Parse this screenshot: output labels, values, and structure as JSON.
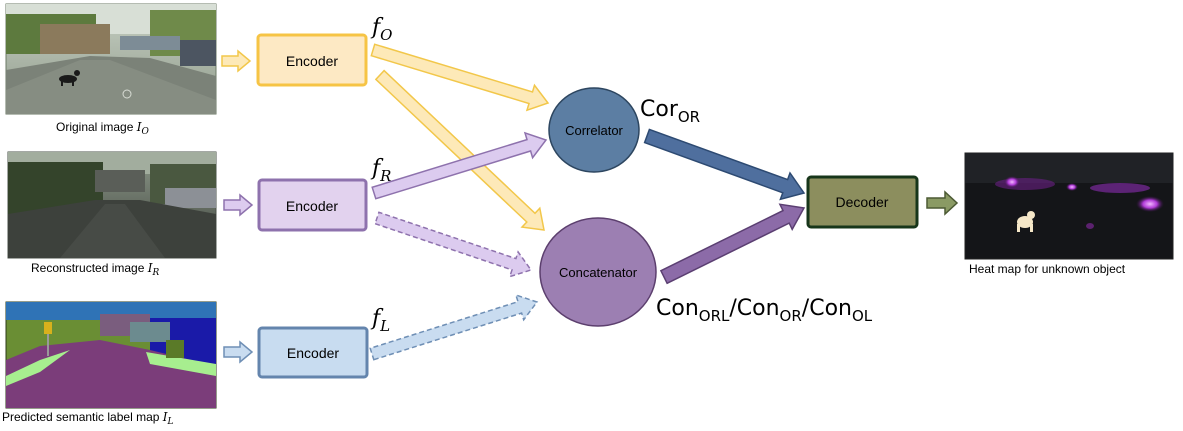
{
  "images": {
    "original": {
      "caption": "Original image ",
      "sym": "I",
      "sub": "O"
    },
    "reconstructed": {
      "caption": "Reconstructed image ",
      "sym": "I",
      "sub": "R"
    },
    "semantic": {
      "caption": "Predicted semantic label map ",
      "sym": "I",
      "sub": "L"
    },
    "heatmap": {
      "caption": "Heat map for unknown object"
    }
  },
  "encoders": {
    "original": {
      "label": "Encoder",
      "fill": "#fde9c4",
      "stroke": "#f6c445"
    },
    "reconstructed": {
      "label": "Encoder",
      "fill": "#e2d2ee",
      "stroke": "#8e72ad"
    },
    "semantic": {
      "label": "Encoder",
      "fill": "#c8dcf0",
      "stroke": "#6485ad"
    }
  },
  "features": {
    "fo": {
      "sym": "f",
      "sub": "O"
    },
    "fr": {
      "sym": "f",
      "sub": "R"
    },
    "fl": {
      "sym": "f",
      "sub": "L"
    }
  },
  "nodes": {
    "correlator": {
      "label": "Correlator",
      "fill": "#5c7ea3",
      "stroke": "#2d4660"
    },
    "concatenator": {
      "label": "Concatenator",
      "fill": "#9c7fb2",
      "stroke": "#5c3f6e"
    },
    "decoder": {
      "label": "Decoder",
      "fill": "#8c8e5e",
      "stroke": "#17361a"
    }
  },
  "outputs": {
    "cor": {
      "base": "Cor",
      "sub": "OR"
    },
    "con": {
      "p1": "Con",
      "s1": "ORL",
      "sep1": "/",
      "p2": "Con",
      "s2": "OR",
      "sep2": "/",
      "p3": "Con",
      "s3": "OL"
    }
  },
  "colors": {
    "yellow_arrow_fill": "#fde9b8",
    "yellow_arrow_stroke": "#f2c74a",
    "purple_arrow_fill": "#dccbef",
    "purple_arrow_stroke": "#8e72ad",
    "blue_arrow_fill": "#c9dcf0",
    "blue_arrow_stroke": "#6f8fb5",
    "cor_arrow_fill": "#4f6f9e",
    "cor_arrow_stroke": "#2d4a72",
    "con_arrow_fill": "#8c6ba8",
    "con_arrow_stroke": "#5b3f72",
    "out_arrow_fill": "#8a9a64",
    "out_arrow_stroke": "#4c5a34"
  }
}
